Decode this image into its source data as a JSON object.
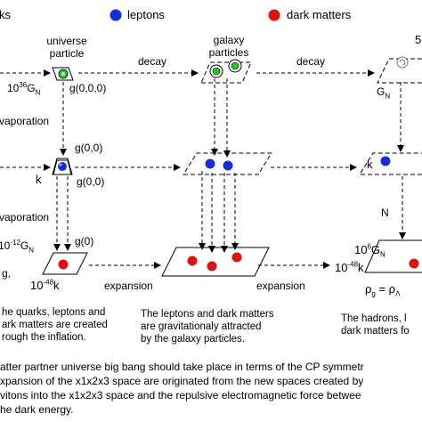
{
  "legend": {
    "quarks_partial": "ks",
    "leptons": "leptons",
    "dark_matters": "dark matters"
  },
  "colors": {
    "quark": "#1fcc2a",
    "lepton": "#1230d8",
    "dark_matter": "#e01010"
  },
  "nodes": {
    "universe_particle": [
      "universe",
      "particle"
    ],
    "galaxy_particles": [
      "galaxy",
      "particles"
    ],
    "right_top_partial": "5"
  },
  "arrows": {
    "decay_1": "decay",
    "decay_2": "decay",
    "expansion_1": "expansion",
    "expansion_2": "expansion",
    "evaporation_1": "vaporation",
    "evaporation_2": "vaporation",
    "n_label": "N"
  },
  "math": {
    "g000": "g(0,0,0)",
    "g00": "g(0,0)",
    "g00b": "g(0,0)",
    "g0": "g(0)",
    "k_left": "k",
    "k_right": "k",
    "G_36_base": "10",
    "G_36_exp": "36",
    "G_36_sym": "G",
    "G_36_sub": "N",
    "G_neg12_base": "10",
    "G_neg12_exp": "-12",
    "G_neg12_sym": "G",
    "G_neg12_sub": "N",
    "k_neg48_base": "10",
    "k_neg48_exp": "-48",
    "k_neg48_sym": "k",
    "G_6_base": "10",
    "G_6_exp": "6",
    "G_6_sym": "G",
    "G_6_sub": "N",
    "k_neg48b_base": "10",
    "k_neg48b_exp": "-48",
    "k_neg48b_sym": "k",
    "GN_right_sym": "G",
    "GN_right_sub": "N",
    "rho_g": "ρ",
    "rho_g_sub": "g",
    "rho_eq": " = ρ",
    "rho_lambda_sub": "Λ",
    "left_g_partial": "g,"
  },
  "captions": {
    "col1": [
      "he quarks, leptons and",
      "ark matters are created",
      "rough the inflation."
    ],
    "col2": [
      "The leptons and dark matters",
      "are gravitationaly attracted",
      "by the galaxy particles."
    ],
    "col3": [
      "The hadrons, l",
      "dark matters fo"
    ]
  },
  "footer": [
    "atter partner universe big bang should take place in terms of the CP symmetr",
    "xpansion of the x1x2x3 space are originated from the new spaces created by",
    "vitons into the x1x2x3 space and the repulsive electromagnetic force betwee",
    "he dark energy."
  ]
}
